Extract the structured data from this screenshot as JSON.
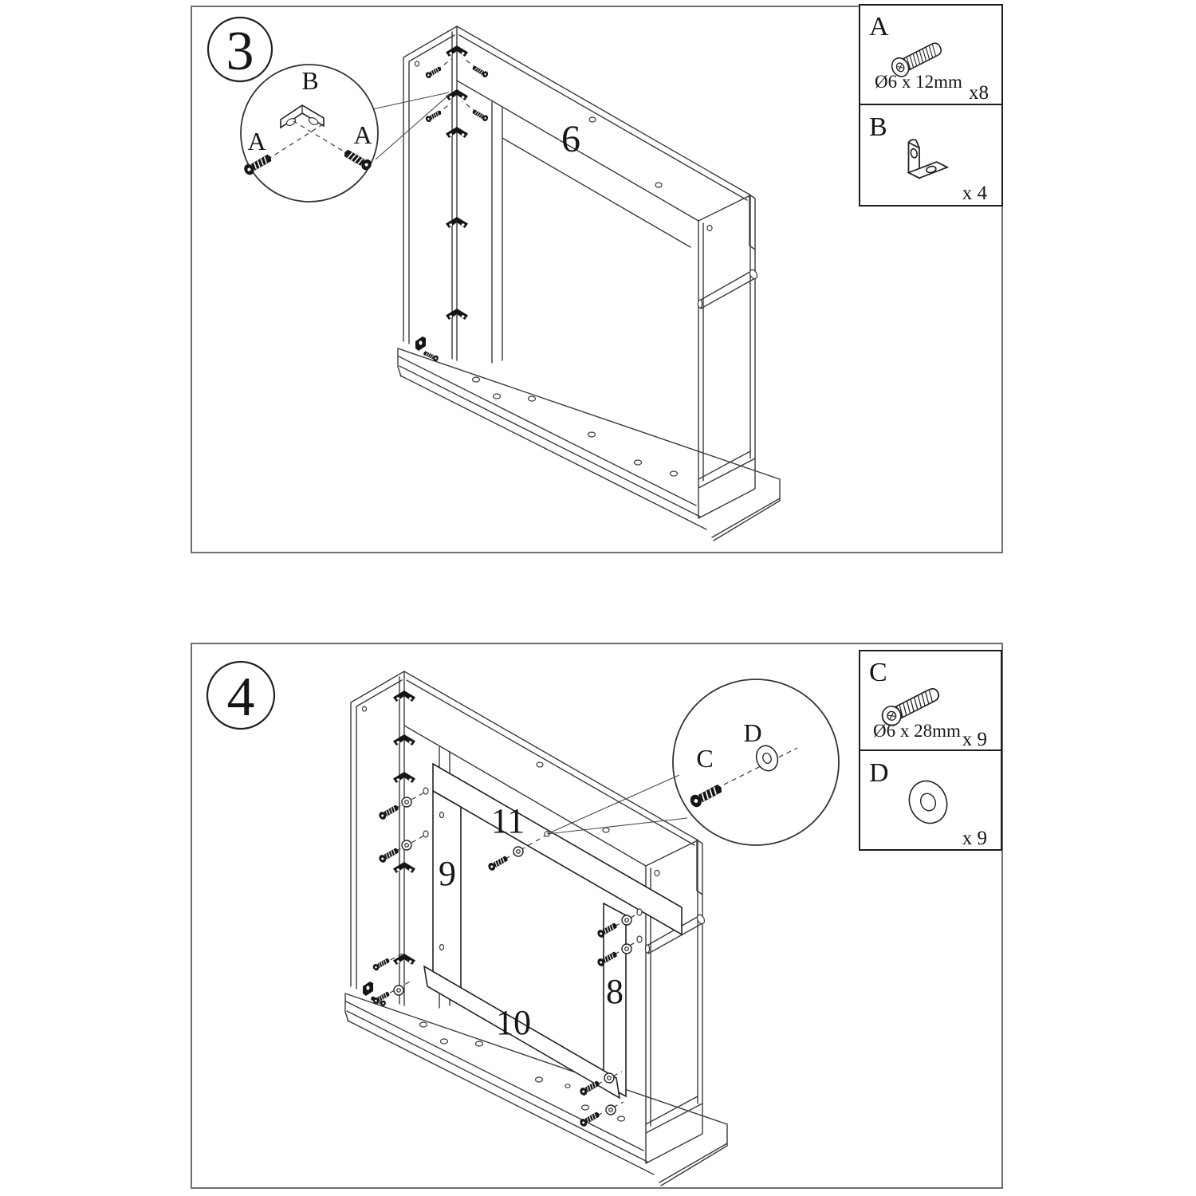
{
  "colors": {
    "line": "#3a3a3a",
    "ink": "#161616",
    "panel_border": "#6f6f6f"
  },
  "step3": {
    "step_number": "3",
    "part_labels": {
      "back_panel": "6"
    },
    "detail": {
      "bracket_label": "B",
      "screw_label_left": "A",
      "screw_label_right": "A"
    },
    "hardware": [
      {
        "id": "A",
        "icon": "machine-screw-icon",
        "size": "Ø6 x 12mm",
        "qty": "x8"
      },
      {
        "id": "B",
        "icon": "corner-bracket-icon",
        "qty": "x 4"
      }
    ]
  },
  "step4": {
    "step_number": "4",
    "part_labels": {
      "top_trim": "11",
      "left_trim": "9",
      "right_trim": "8",
      "bottom_trim": "10"
    },
    "detail": {
      "screw_label": "C",
      "washer_label": "D"
    },
    "hardware": [
      {
        "id": "C",
        "icon": "machine-screw-icon",
        "size": "Ø6 x 28mm",
        "qty": "x 9"
      },
      {
        "id": "D",
        "icon": "washer-icon",
        "qty": "x 9"
      }
    ]
  }
}
